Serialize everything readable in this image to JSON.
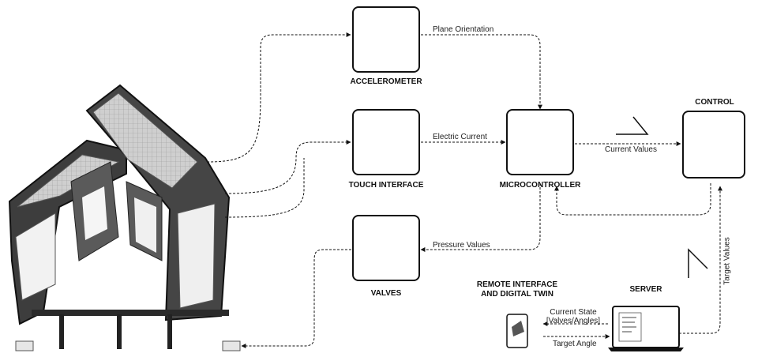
{
  "nodes": {
    "accelerometer": "ACCELEROMETER",
    "touch_interface": "TOUCH INTERFACE",
    "valves": "VALVES",
    "microcontroller": "MICROCONTROLLER",
    "control": "CONTROL",
    "server": "SERVER",
    "remote_line1": "REMOTE INTERFACE",
    "remote_line2": "AND DIGITAL TWIN"
  },
  "edges": {
    "plane_orientation": "Plane Orientation",
    "electric_current": "Electric Current",
    "pressure_values": "Pressure Values",
    "current_values": "Current Values",
    "target_values": "Target Values",
    "current_state_line1": "Current State",
    "current_state_line2": "[Valves/Angles]",
    "target_angle": "Target Angle"
  },
  "colors": {
    "line": "#111111",
    "structure_dark": "#3a3a3a",
    "structure_light": "#e8e8e8"
  }
}
